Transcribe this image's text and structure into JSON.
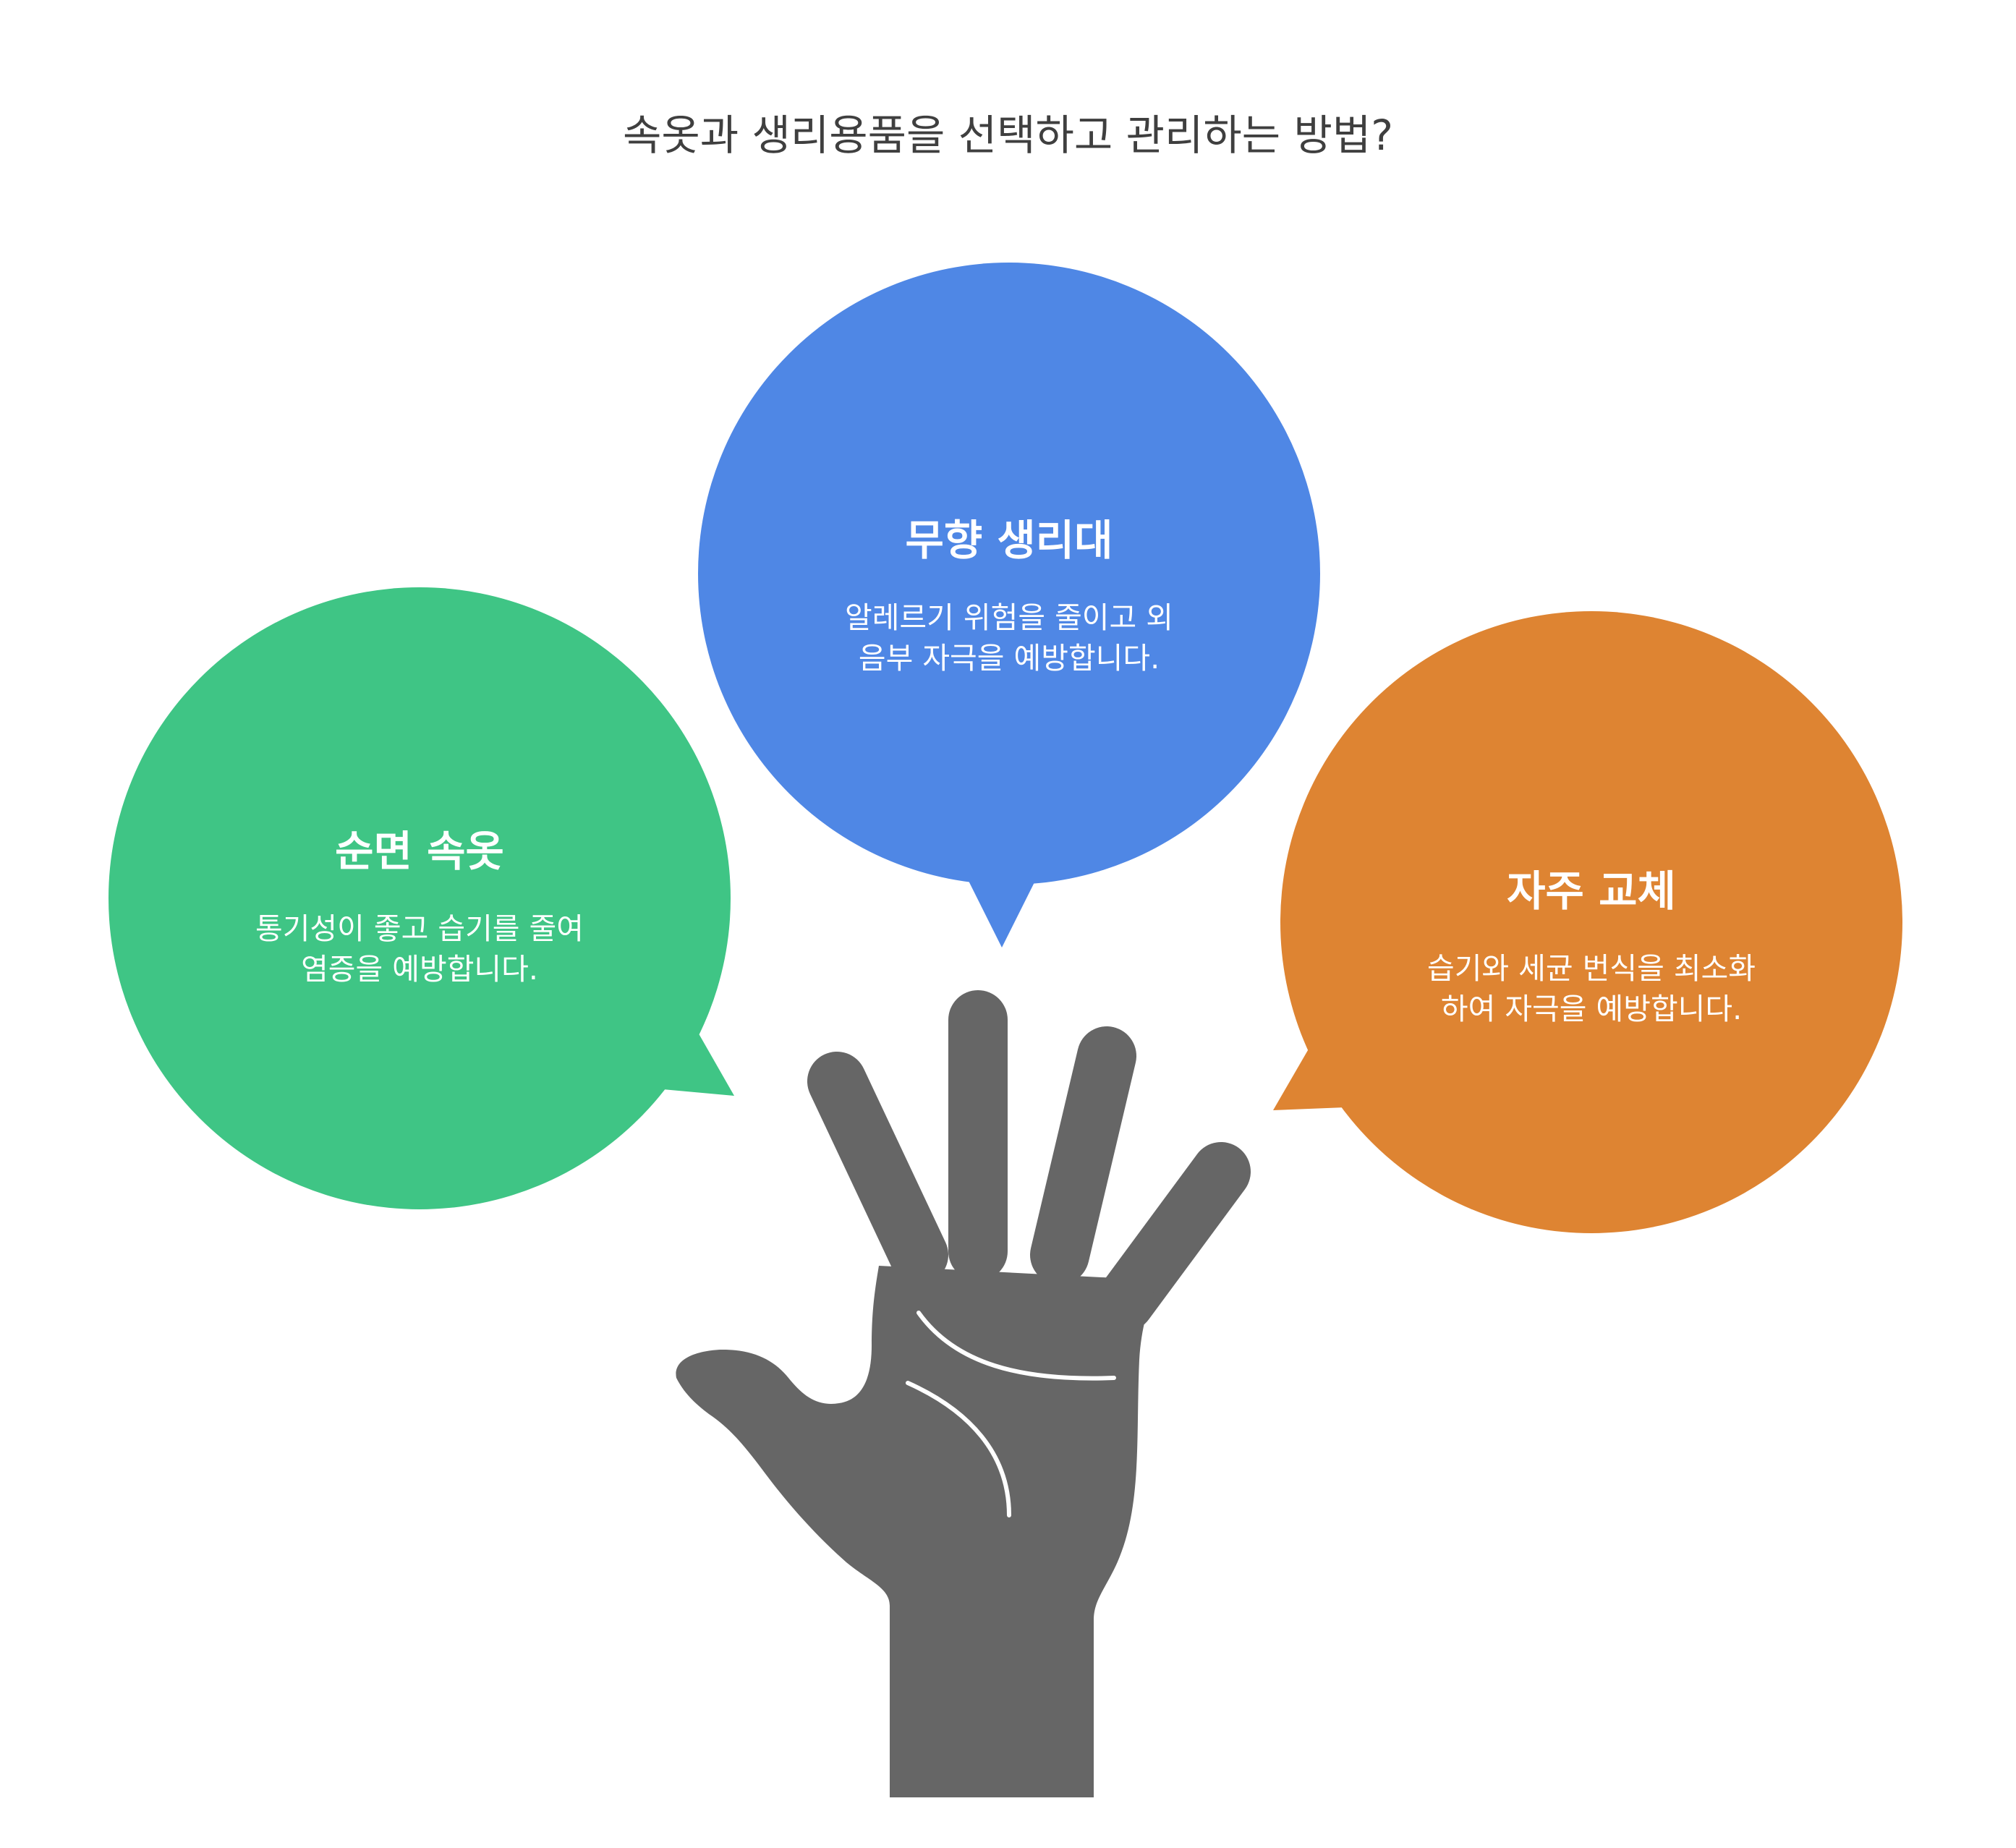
{
  "title": "속옷과 생리용품을 선택하고 관리하는 방법?",
  "colors": {
    "green": "#3FC585",
    "blue": "#4F87E5",
    "orange": "#DE8432",
    "hand": "#666666",
    "title_text": "#3f3f3f"
  },
  "bubbles": [
    {
      "id": "cotton-underwear",
      "title": "순면 속옷",
      "desc_lines": [
        "통기성이 좋고 습기를 줄여",
        "염증을 예방합니다."
      ]
    },
    {
      "id": "unscented-pad",
      "title": "무향 생리대",
      "desc_lines": [
        "알레르기 위험을 줄이고 외",
        "음부 자극을 예방합니다."
      ]
    },
    {
      "id": "frequent-change",
      "title": "자주 교체",
      "desc_lines": [
        "습기와 세균 번식을 최소화",
        "하여 자극을 예방합니다."
      ]
    }
  ],
  "hand_icon": "open-hand-palm-icon"
}
